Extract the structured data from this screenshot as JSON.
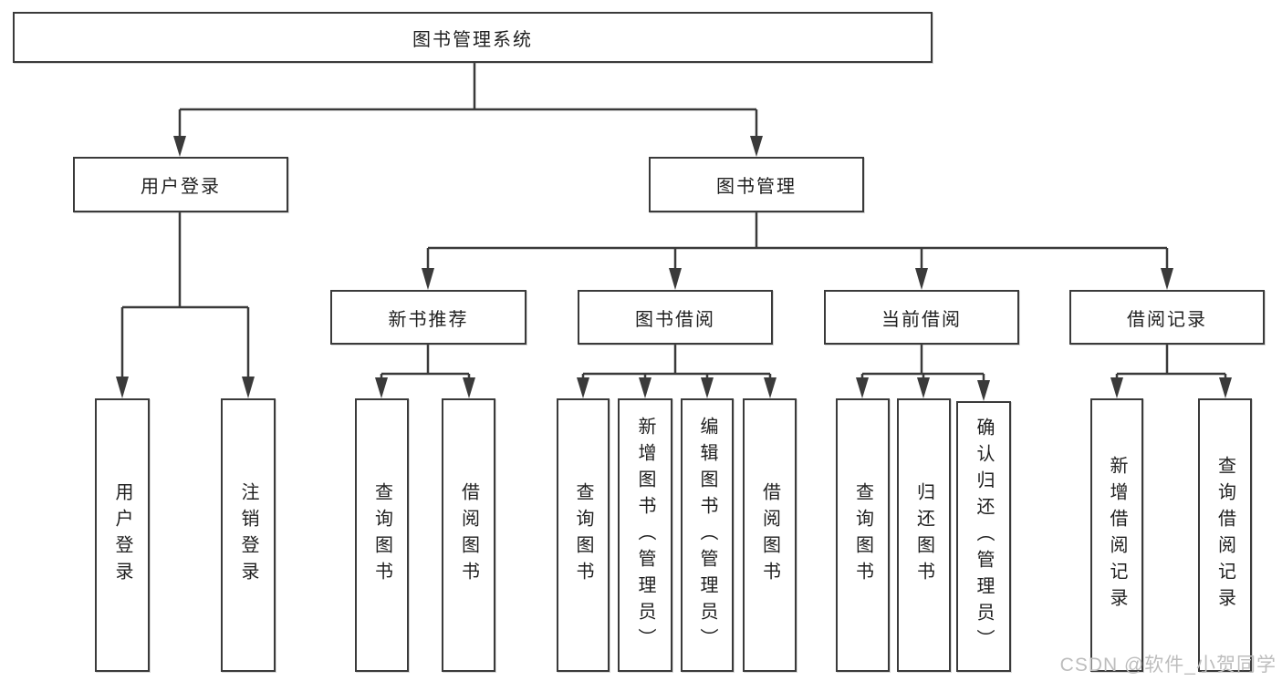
{
  "tree": {
    "label": "图书管理系统",
    "children": [
      {
        "label": "用户登录",
        "children": [
          {
            "label": "用户登录"
          },
          {
            "label": "注销登录"
          }
        ]
      },
      {
        "label": "图书管理",
        "children": [
          {
            "label": "新书推荐",
            "children": [
              {
                "label": "查询图书"
              },
              {
                "label": "借阅图书"
              }
            ]
          },
          {
            "label": "图书借阅",
            "children": [
              {
                "label": "查询图书"
              },
              {
                "label": "新增图书（管理员）"
              },
              {
                "label": "编辑图书（管理员）"
              },
              {
                "label": "借阅图书"
              }
            ]
          },
          {
            "label": "当前借阅",
            "children": [
              {
                "label": "查询图书"
              },
              {
                "label": "归还图书"
              },
              {
                "label": "确认归还（管理员）"
              }
            ]
          },
          {
            "label": "借阅记录",
            "children": [
              {
                "label": "新增借阅记录"
              },
              {
                "label": "查询借阅记录"
              }
            ]
          }
        ]
      }
    ]
  },
  "watermark": {
    "text": "CSDN @软件_小贺同学"
  },
  "colors": {
    "line": "#3a3a3a",
    "box_border": "#3a3a3a",
    "text": "#1f1f1f",
    "watermark": "#bdbdbd",
    "background": "#ffffff"
  }
}
